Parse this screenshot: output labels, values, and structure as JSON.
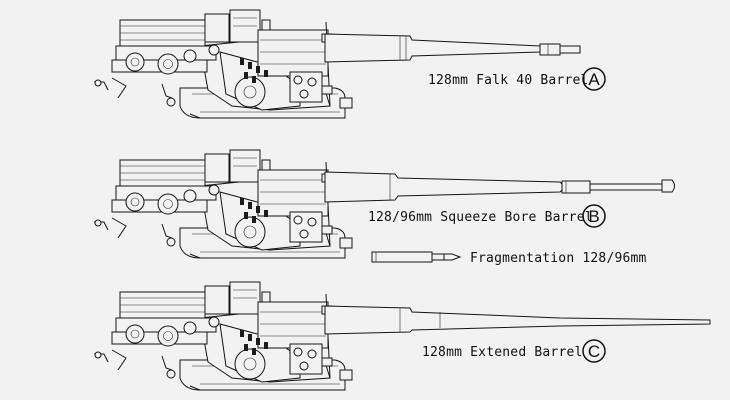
{
  "variants": [
    {
      "label": "128mm Falk 40 Barrel",
      "letter": "A"
    },
    {
      "label": "128/96mm Squeeze Bore Barrel",
      "letter": "B"
    },
    {
      "label": "128mm Extened Barrel",
      "letter": "C"
    }
  ],
  "ammo": {
    "label": "Fragmentation 128/96mm"
  }
}
